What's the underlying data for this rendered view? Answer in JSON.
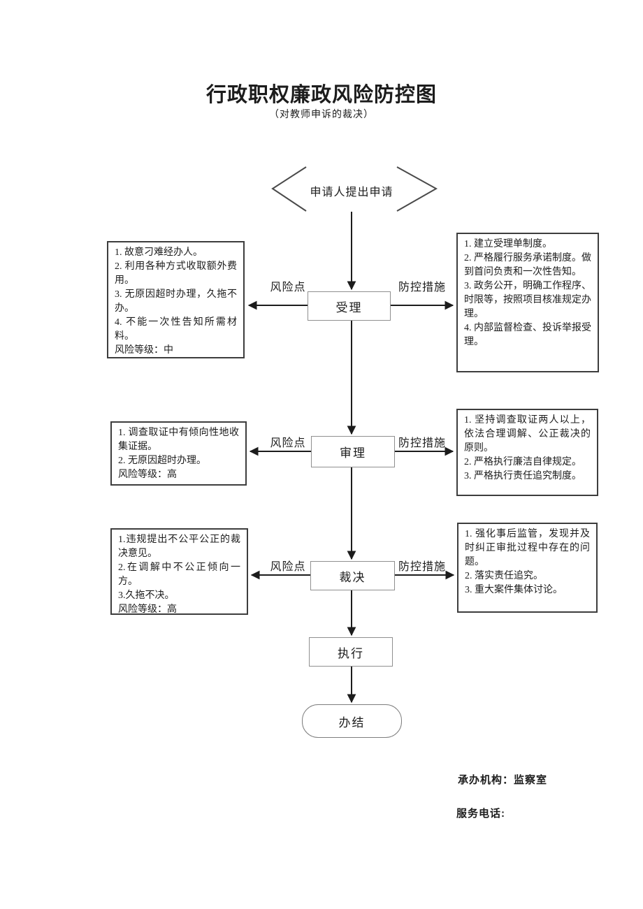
{
  "title": "行政职权廉政风险防控图",
  "subtitle": "（对教师申诉的裁决）",
  "flow": {
    "start": "申请人提出申请",
    "stages": [
      {
        "node": "受理",
        "risk_label": "风险点",
        "control_label": "防控措施",
        "risks": [
          "1. 故意刁难经办人。",
          "2. 利用各种方式收取额外费用。",
          "3. 无原因超时办理，久拖不办。",
          "4. 不能一次性告知所需材料。",
          "风险等级：中"
        ],
        "controls": [
          "1. 建立受理单制度。",
          "2. 严格履行服务承诺制度。做到首问负责和一次性告知。",
          "3. 政务公开，明确工作程序、时限等，按照项目核准规定办理。",
          "4. 内部监督检查、投诉举报受理。"
        ]
      },
      {
        "node": "审理",
        "risk_label": "风险点",
        "control_label": "防控措施",
        "risks": [
          "1. 调查取证中有倾向性地收集证据。",
          "2. 无原因超时办理。",
          "风险等级：高"
        ],
        "controls": [
          "1. 坚持调查取证两人以上，依法合理调解、公正裁决的原则。",
          "2. 严格执行廉洁自律规定。",
          "3. 严格执行责任追究制度。"
        ]
      },
      {
        "node": "裁决",
        "risk_label": "风险点",
        "control_label": "防控措施",
        "risks": [
          "1.违规提出不公平公正的裁决意见。",
          "2.在调解中不公正倾向一方。",
          "3.久拖不决。",
          "风险等级：高"
        ],
        "controls": [
          "1. 强化事后监管，发现并及时纠正审批过程中存在的问题。",
          "2. 落实责任追究。",
          "3. 重大案件集体讨论。"
        ]
      }
    ],
    "execute": "执行",
    "finish": "办结"
  },
  "footer": {
    "agency": "承办机构：监察室",
    "phone": "服务电话:"
  }
}
